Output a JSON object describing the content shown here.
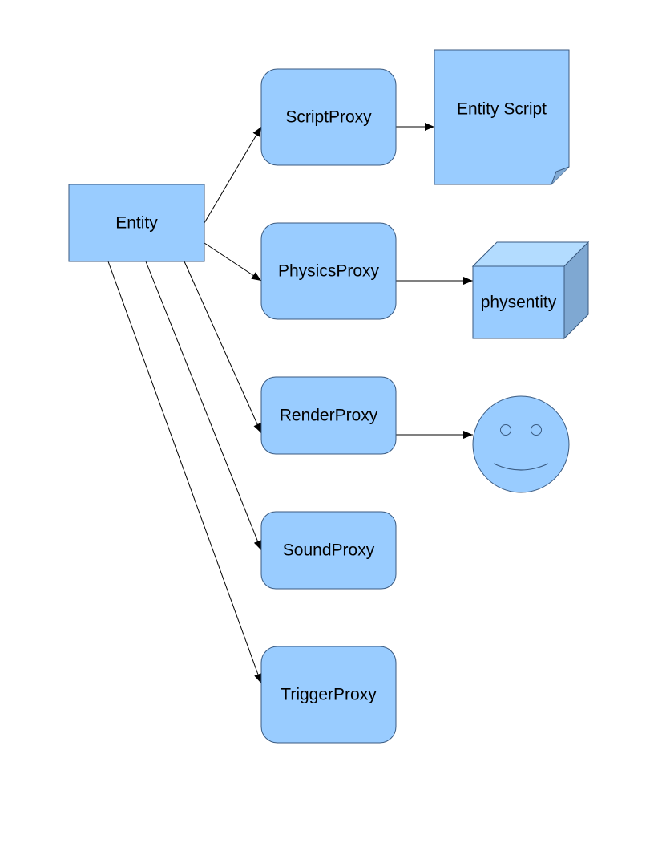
{
  "diagram": {
    "colors": {
      "fill": "#99ccff",
      "stroke": "#3a5a80",
      "cube_top": "#b3dcff",
      "cube_side": "#7fa8d2",
      "edge": "#000000"
    },
    "nodes": {
      "entity": {
        "label": "Entity"
      },
      "script_proxy": {
        "label": "ScriptProxy"
      },
      "physics_proxy": {
        "label": "PhysicsProxy"
      },
      "render_proxy": {
        "label": "RenderProxy"
      },
      "sound_proxy": {
        "label": "SoundProxy"
      },
      "trigger_proxy": {
        "label": "TriggerProxy"
      },
      "entity_script": {
        "label": "Entity Script"
      },
      "physentity": {
        "label": "physentity"
      }
    },
    "edges": [
      {
        "from": "Entity",
        "to": "ScriptProxy"
      },
      {
        "from": "Entity",
        "to": "PhysicsProxy"
      },
      {
        "from": "Entity",
        "to": "RenderProxy"
      },
      {
        "from": "Entity",
        "to": "SoundProxy"
      },
      {
        "from": "Entity",
        "to": "TriggerProxy"
      },
      {
        "from": "ScriptProxy",
        "to": "Entity Script"
      },
      {
        "from": "PhysicsProxy",
        "to": "physentity"
      },
      {
        "from": "RenderProxy",
        "to": "smiley-face-icon"
      }
    ],
    "icons": {
      "render_target": "smiley-face-icon",
      "physics_target": "cube-icon",
      "script_target": "document-icon"
    }
  }
}
